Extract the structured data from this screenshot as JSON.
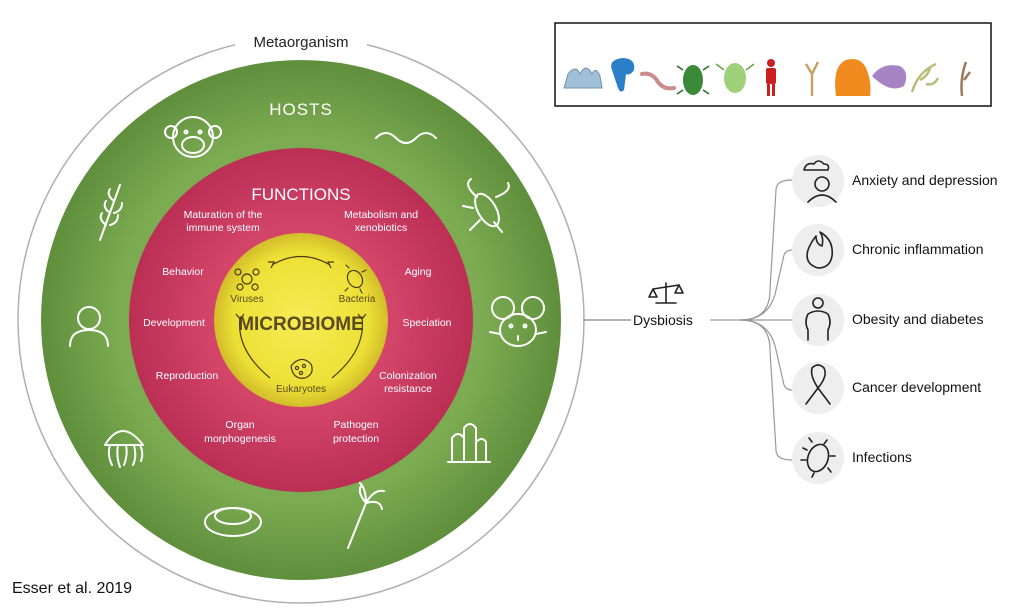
{
  "diagram": {
    "metaorganism_label": "Metaorganism",
    "hosts_label": "HOSTS",
    "functions_label": "FUNCTIONS",
    "microbiome_label": "MICROBIOME",
    "microbes": {
      "viruses": "Viruses",
      "bacteria": "Bacteria",
      "eukaryotes": "Eukaryotes"
    },
    "functions": {
      "immune_1": "Maturation of the",
      "immune_2": "immune system",
      "metabolism_1": "Metabolism and",
      "metabolism_2": "xenobiotics",
      "behavior": "Behavior",
      "aging": "Aging",
      "development": "Development",
      "speciation": "Speciation",
      "reproduction": "Reproduction",
      "colonization_1": "Colonization",
      "colonization_2": "resistance",
      "organ_1": "Organ",
      "organ_2": "morphogenesis",
      "pathogen_1": "Pathogen",
      "pathogen_2": "protection"
    },
    "dysbiosis_label": "Dysbiosis",
    "outcomes": {
      "anxiety": "Anxiety and depression",
      "inflammation": "Chronic inflammation",
      "obesity": "Obesity and diabetes",
      "cancer": "Cancer development",
      "infections": "Infections"
    },
    "citation": "Esser et al. 2019",
    "colors": {
      "green": "#79a84f",
      "pink": "#cf3d63",
      "yellow": "#f0e040"
    }
  }
}
